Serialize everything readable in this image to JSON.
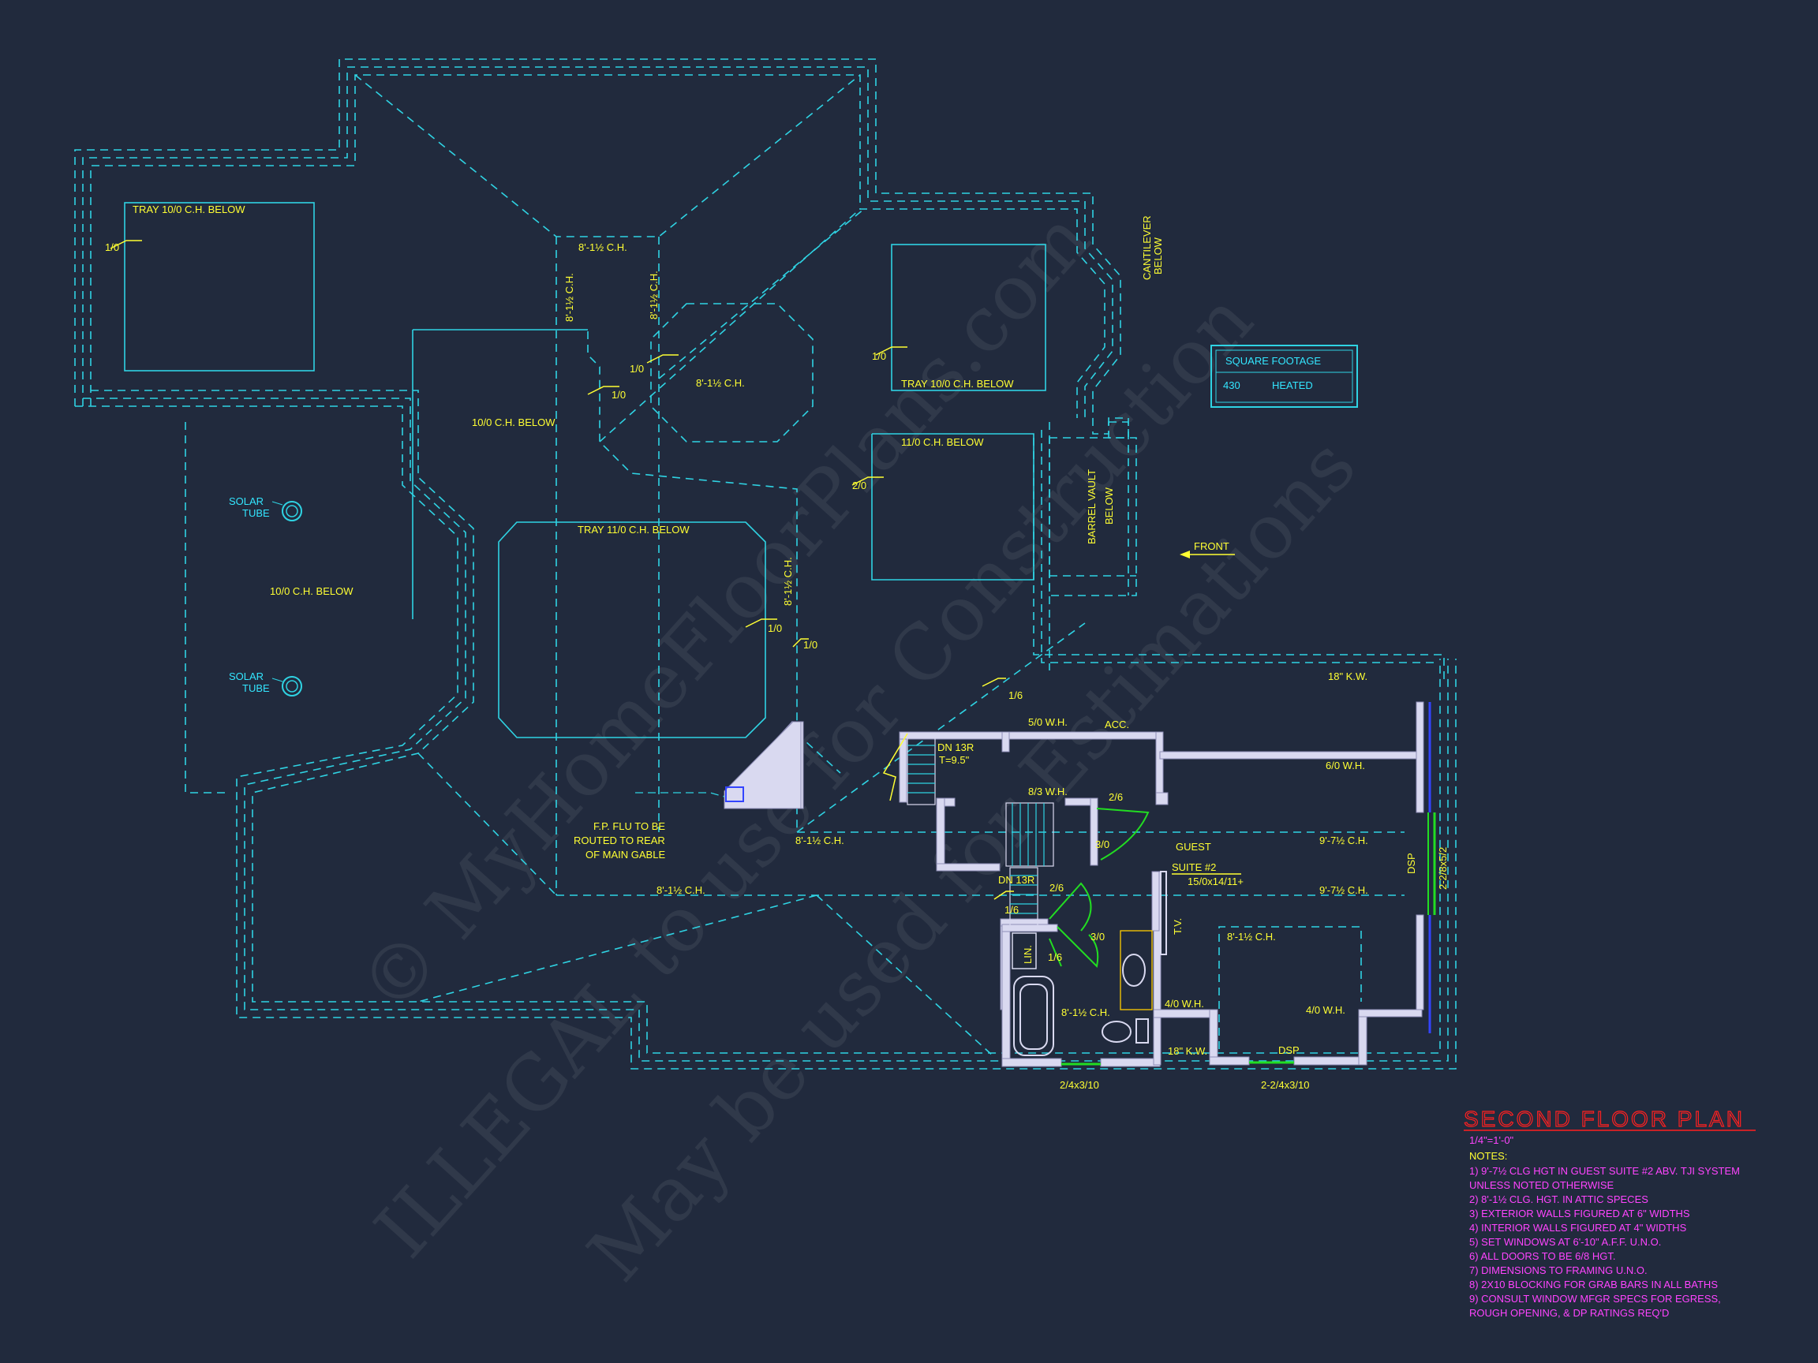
{
  "labels": {
    "tray_10_0_nw": "TRAY 10/0 C.H. BELOW",
    "h_1_0_a": "1/0",
    "ch_8_1_5_top": "8'-1½ C.H.",
    "ch_8_1_5_v1": "8'-1½ C.H.",
    "ch_8_1_5_v2": "8'-1½ C.H.",
    "h_1_0_b": "1/0",
    "h_1_0_c": "1/0",
    "ch_8_1_5_oct": "8'-1½ C.H.",
    "h_1_0_d": "1/0",
    "tray_10_0_ne": "TRAY 10/0 C.H. BELOW",
    "cantilever": "CANTILEVER",
    "below1": "BELOW",
    "ch_10_0_mid": "10/0 C.H. BELOW",
    "ch_11_0": "11/0 C.H. BELOW",
    "h_2_0": "2/0",
    "barrel": "BARREL VAULT",
    "below2": "BELOW",
    "solar1a": "SOLAR",
    "solar1b": "TUBE",
    "solar2a": "SOLAR",
    "solar2b": "TUBE",
    "ch_10_0_left": "10/0 C.H. BELOW",
    "tray_11_0": "TRAY 11/0 C.H. BELOW",
    "ch_8_1_5_v3": "8'-1½ C.H.",
    "h_1_0_e": "1/0",
    "h_1_0_f": "1/0",
    "front": "FRONT",
    "h_1_6_a": "1/6",
    "kw18_top": "18\" K.W.",
    "wh_5_0": "5/0 W.H.",
    "acc": "ACC.",
    "dn13r_a": "DN 13R",
    "t95": "T=9.5\"",
    "wh_8_3": "8/3 W.H.",
    "d_2_6_a": "2/6",
    "wh_6_0": "6/0 W.H.",
    "fp1": "F.P. FLU TO BE",
    "fp2": "ROUTED TO REAR",
    "fp3": "OF MAIN GABLE",
    "ch_8_1_5_h1": "8'-1½ C.H.",
    "d_3_0_a": "3/0",
    "guest1": "GUEST",
    "guest2": "SUITE #2",
    "guest_dim": "15/0x14/11+",
    "ch_9_7_5_a": "9'-7½ C.H.",
    "dsp_v": "DSP",
    "win_right": "2-2/8x5/2",
    "ch_8_1_5_h2": "8'-1½ C.H.",
    "ch_9_7_5_b": "9'-7½ C.H.",
    "dn13r_b": "DN 13R",
    "d_2_6_b": "2/6",
    "h_1_6_b": "1/6",
    "tv": "T.V.",
    "lin": "LIN.",
    "d_1_6": "1/6",
    "d_3_0_b": "3/0",
    "ch_8_1_5_h3": "8'-1½ C.H.",
    "ch_8_1_5_bath": "8'-1½ C.H.",
    "wh_4_0_a": "4/0 W.H.",
    "wh_4_0_b": "4/0 W.H.",
    "kw18_bot": "18\" K.W.",
    "dsp_h": "DSP",
    "win_bot1": "2/4x3/10",
    "win_bot2": "2-2/4x3/10"
  },
  "square_footage": {
    "title": "SQUARE FOOTAGE",
    "value": "430",
    "label": "HEATED"
  },
  "plan_title": {
    "title": "SECOND FLOOR PLAN",
    "scale": "1/4\"=1'-0\""
  },
  "notes": {
    "heading": "NOTES:",
    "items": [
      "1)  9'-7½ CLG HGT IN GUEST SUITE #2 ABV. TJI SYSTEM",
      "      UNLESS NOTED OTHERWISE",
      "2)  8'-1½ CLG. HGT. IN ATTIC SPECES",
      "3)  EXTERIOR WALLS FIGURED AT 6\" WIDTHS",
      "4)  INTERIOR WALLS FIGURED AT 4\" WIDTHS",
      "5)  SET WINDOWS AT 6'-10\" A.F.F. U.N.O.",
      "6)  ALL DOORS TO BE 6/8 HGT.",
      "7)  DIMENSIONS TO FRAMING U.N.O.",
      "8)  2X10 BLOCKING FOR GRAB BARS IN ALL BATHS",
      "9)  CONSULT WINDOW MFGR SPECS FOR EGRESS,",
      "      ROUGH OPENING, & DP RATINGS REQ'D"
    ]
  },
  "watermark": {
    "line1": "© MyHomeFloorPlans.com",
    "line2": "ILLEGAL to use for Construction",
    "line3": "May be used for Estimations"
  },
  "colors": {
    "background": "#212a3d",
    "roof": "#2fd3e3",
    "text": "#ffff33",
    "walls": "#d9d9f0",
    "title": "#ff2020",
    "notes": "#ff44ff",
    "windows": "#22dd22"
  }
}
